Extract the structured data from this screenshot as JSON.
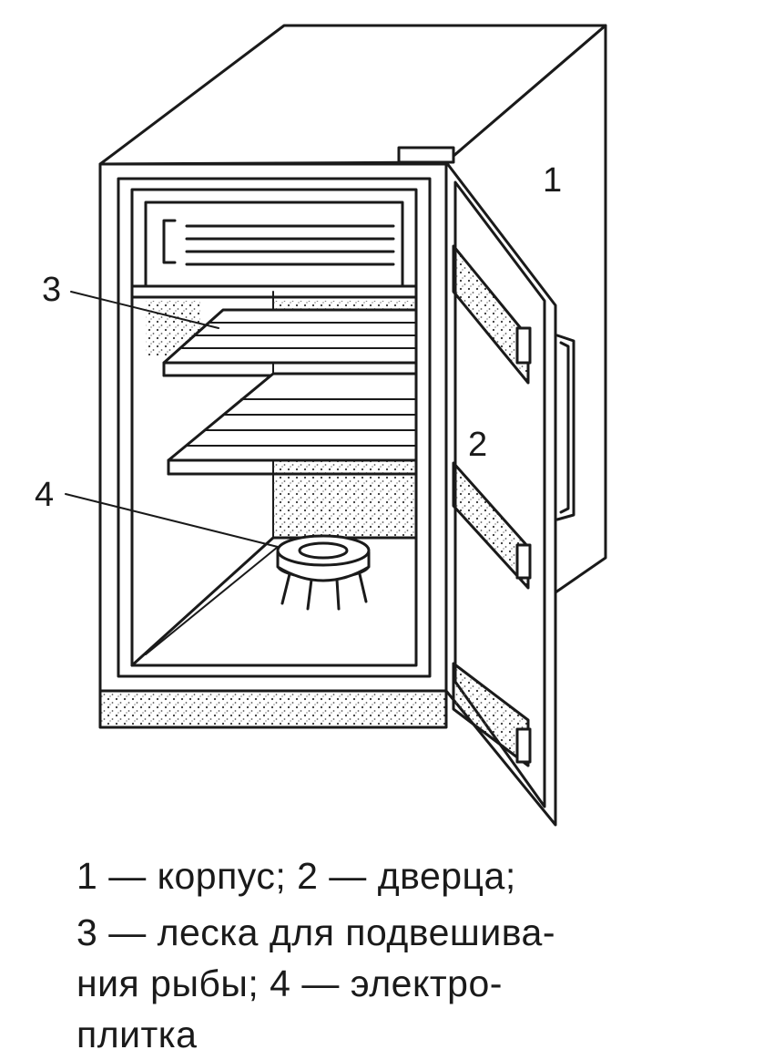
{
  "callouts": [
    {
      "id": "1",
      "text": "1"
    },
    {
      "id": "2",
      "text": "2"
    },
    {
      "id": "3",
      "text": "3"
    },
    {
      "id": "4",
      "text": "4"
    }
  ],
  "caption": {
    "lines": [
      "1 — корпус; 2 — дверца;",
      "3 — леска для подвешива-",
      "ния рыбы; 4 — электро-",
      "плитка"
    ]
  }
}
